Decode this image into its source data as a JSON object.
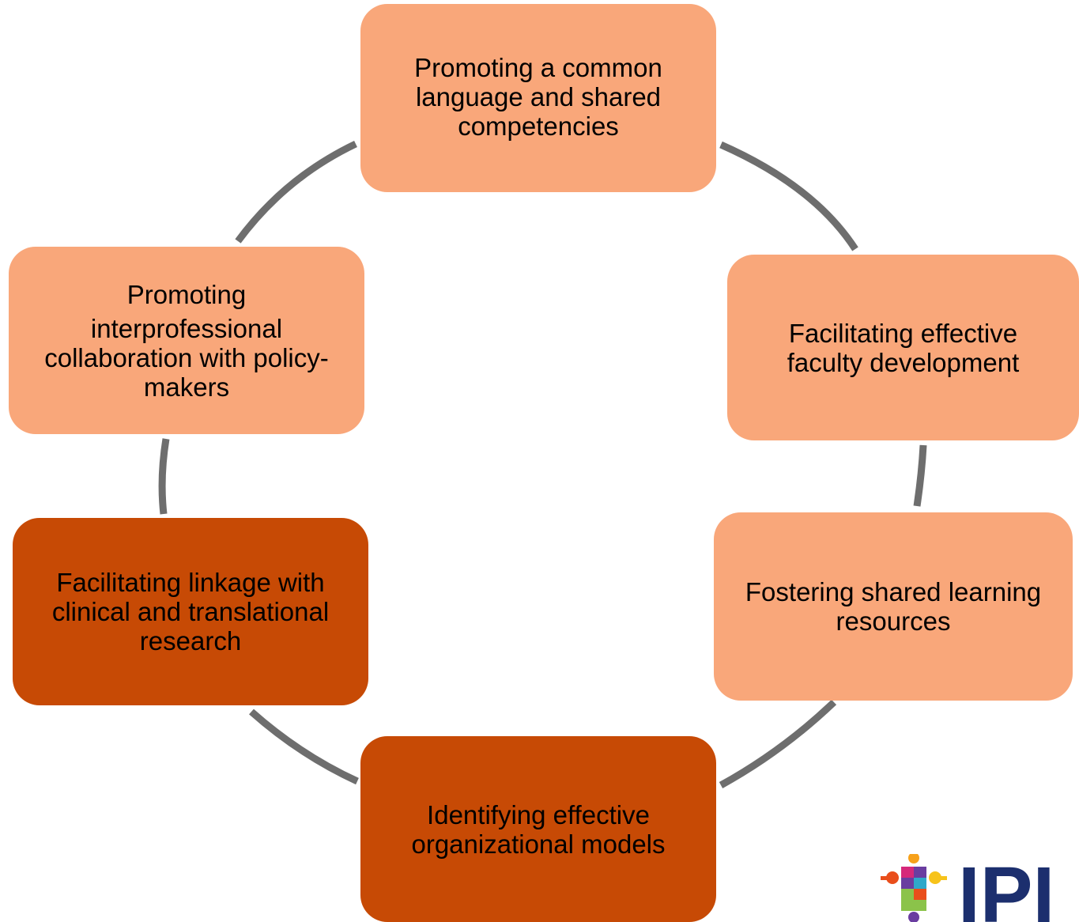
{
  "nodes": {
    "top": {
      "lines": [
        "Promoting a common",
        "language and shared",
        "competencies"
      ],
      "fill": "#F9A77A"
    },
    "right": {
      "lines": [
        "Facilitating effective",
        "faculty development"
      ],
      "fill": "#F9A77A"
    },
    "lower_right": {
      "lines": [
        "Fostering shared learning",
        "resources"
      ],
      "fill": "#F9A77A"
    },
    "bottom": {
      "lines": [
        "Identifying effective",
        "organizational models"
      ],
      "fill": "#C74A05"
    },
    "lower_left": {
      "lines": [
        "Facilitating linkage with",
        "clinical and translational",
        "research"
      ],
      "fill": "#C74A05"
    },
    "left": {
      "heading": "Promoting",
      "lines": [
        "interprofessional",
        "collaboration with policy-",
        "makers"
      ],
      "fill": "#F9A77A"
    }
  },
  "connector_color": "#6E6E6E",
  "logo": {
    "text": "IPI"
  }
}
